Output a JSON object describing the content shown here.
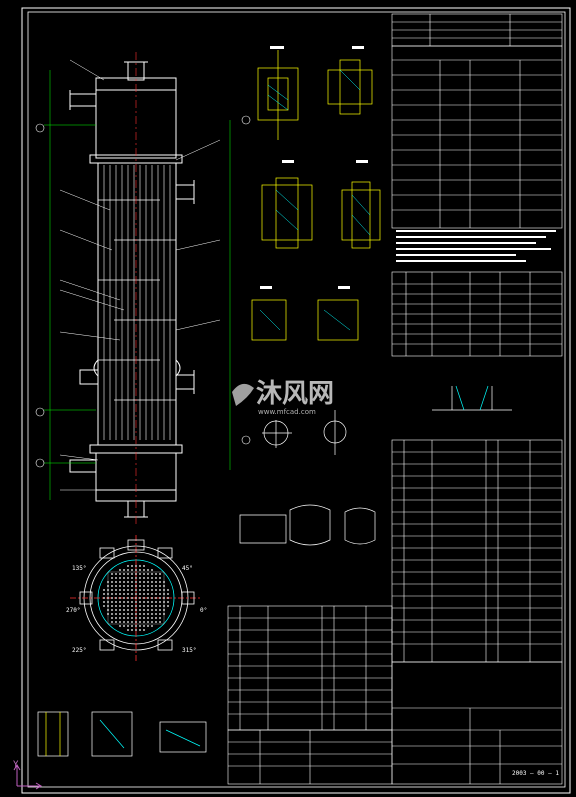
{
  "drawing": {
    "watermark_text": "沐风网",
    "watermark_url": "www.mfcad.com",
    "ucs_label": "Y",
    "colors": {
      "background": "#000000",
      "line_white": "#ffffff",
      "line_yellow": "#ffff00",
      "line_cyan": "#00ffff",
      "line_green": "#00ff00",
      "line_red": "#ff3030",
      "ucs_magenta": "#c060c0"
    },
    "angle_labels": [
      "135°",
      "45°",
      "0°",
      "270°",
      "315°",
      "225°"
    ],
    "sheet_id": "2003 — 00 — 1"
  }
}
